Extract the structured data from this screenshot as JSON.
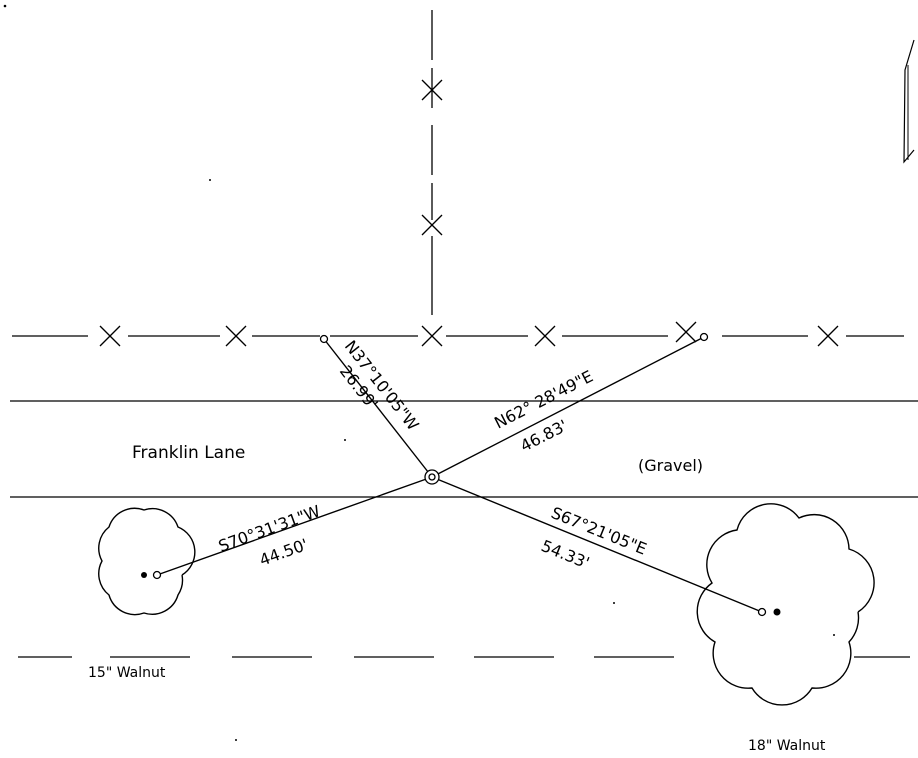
{
  "labels": {
    "street_name": "Franklin Lane",
    "surface": "(Gravel)",
    "tree_west": "15\" Walnut",
    "tree_east": "18\" Walnut"
  },
  "ties": [
    {
      "bearing": "N37°10'05\"W",
      "distance": "26.99'"
    },
    {
      "bearing": "N62° 28'49\"E",
      "distance": "46.83'"
    },
    {
      "bearing": "S70°31'31\"W",
      "distance": "44.50'"
    },
    {
      "bearing": "S67°21'05\"E",
      "distance": "54.33'"
    }
  ],
  "colors": {
    "ink": "#000000",
    "paper": "#ffffff"
  }
}
